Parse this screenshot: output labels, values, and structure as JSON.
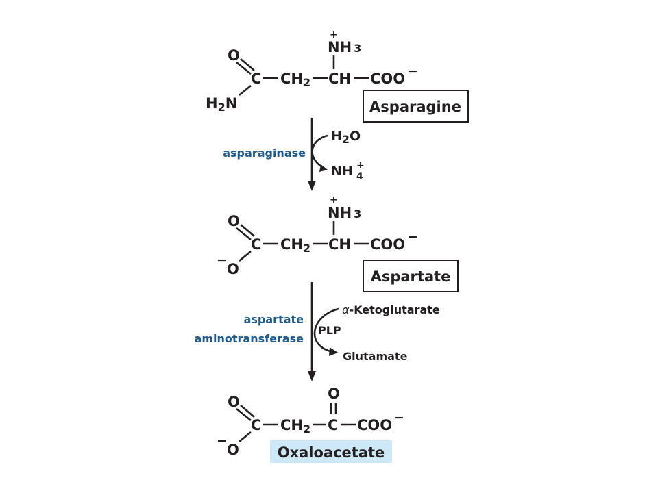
{
  "compounds": {
    "asparagine": {
      "name": "Asparagine",
      "o": "O",
      "c": "C",
      "ch2": "CH",
      "ch2_sub": "2",
      "ch": "CH",
      "coo": "COO",
      "coo_charge": "−",
      "nh3_plus": "+",
      "nh3": "NH",
      "nh3_sub": "3",
      "amide_h": "H",
      "amide_sub": "2",
      "amide_n": "N"
    },
    "aspartate": {
      "name": "Aspartate",
      "o": "O",
      "c": "C",
      "ch2": "CH",
      "ch2_sub": "2",
      "ch": "CH",
      "coo": "COO",
      "coo_charge": "−",
      "nh3_plus": "+",
      "nh3": "NH",
      "nh3_sub": "3",
      "o_minus_charge": "−",
      "o_minus": "O"
    },
    "oxaloacetate": {
      "name": "Oxaloacetate",
      "o": "O",
      "c": "C",
      "ch2": "CH",
      "ch2_sub": "2",
      "c2": "C",
      "keto_o": "O",
      "coo": "COO",
      "coo_charge": "−",
      "o_minus_charge": "−",
      "o_minus": "O"
    }
  },
  "reactions": {
    "step1": {
      "enzyme": "asparaginase",
      "in_h": "H",
      "in_sub": "2",
      "in_o": "O",
      "out_nh": "NH",
      "out_plus": "+",
      "out_sub": "4"
    },
    "step2": {
      "enzyme_line1": "aspartate",
      "enzyme_line2": "aminotransferase",
      "cofactor": "PLP",
      "in_greek": "α",
      "in_rest": "-Ketoglutarate",
      "out": "Glutamate"
    }
  },
  "colors": {
    "enzyme_text": "#1f5b8f",
    "highlight_fill": "#cde8f7",
    "ink": "#231f20"
  }
}
